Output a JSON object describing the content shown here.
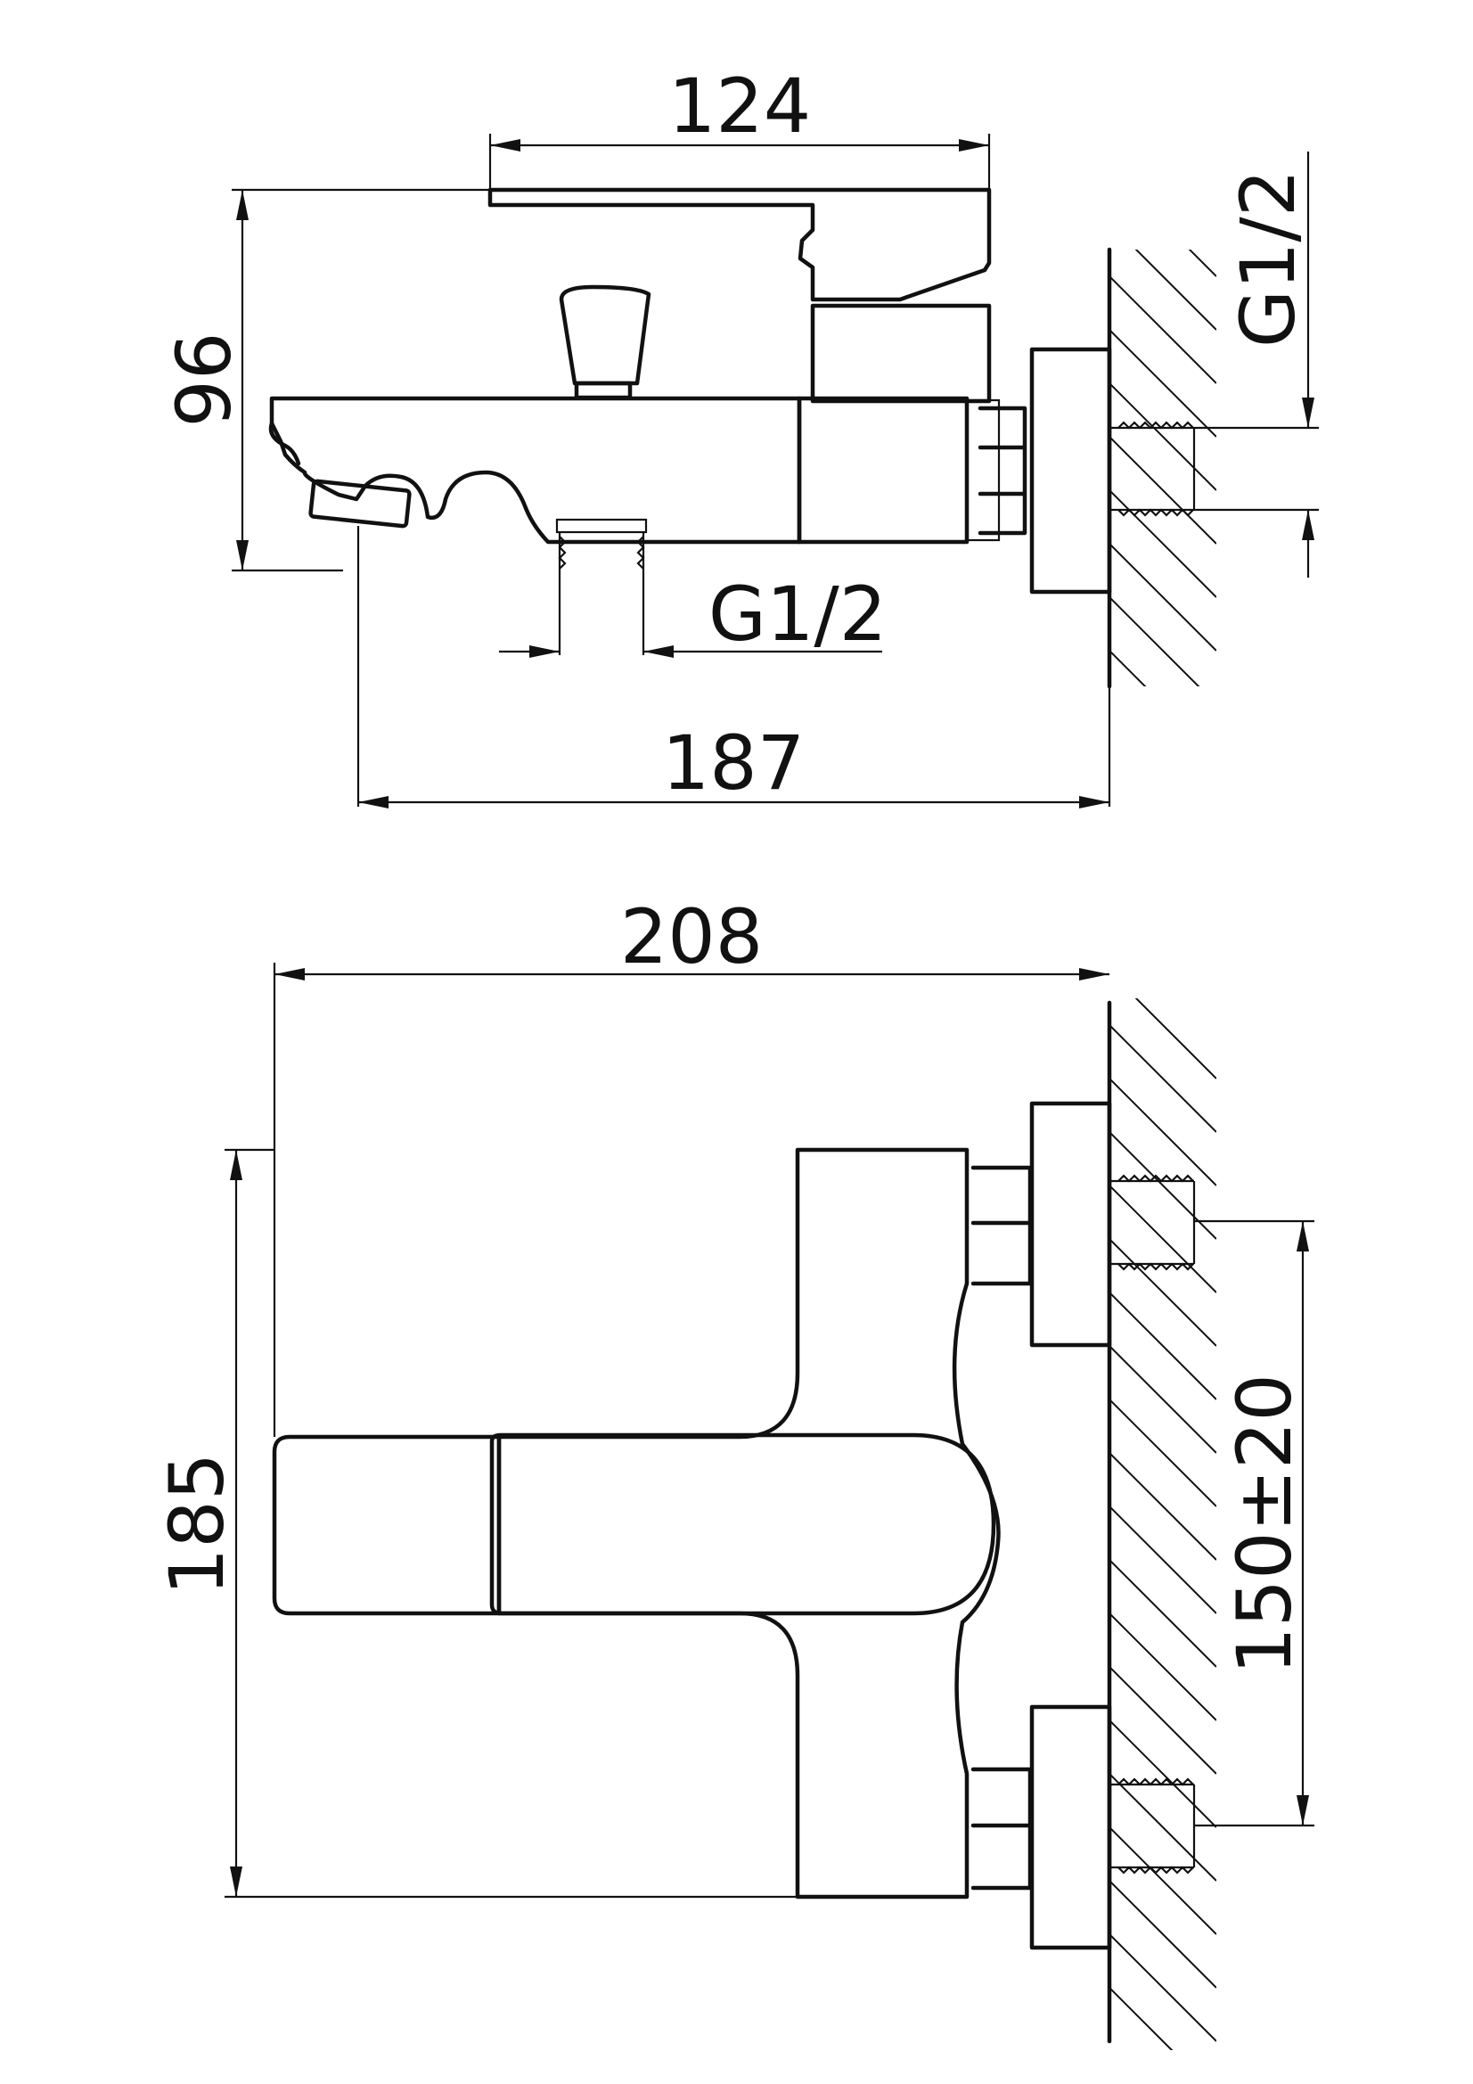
{
  "title": "",
  "side_view": {
    "dim_lever_width": "124",
    "dim_height": "96",
    "dim_length": "187",
    "thread_bottom": "G1/2",
    "thread_wall": "G1/2"
  },
  "top_view": {
    "dim_width": "208",
    "dim_depth": "185",
    "dim_centers": "150±20"
  }
}
